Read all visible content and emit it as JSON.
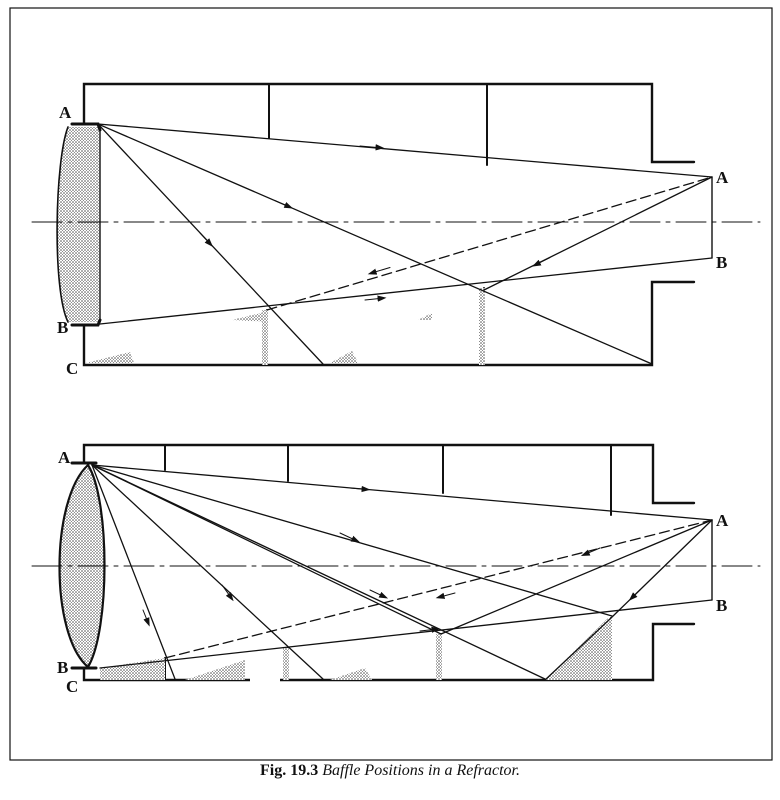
{
  "figure": {
    "caption_number": "Fig. 19.3",
    "caption_text": "Baffle Positions in a Refractor."
  },
  "diagrams": [
    {
      "id": "top",
      "labels": {
        "objective_top": "A",
        "objective_bottom": "B",
        "tube_corner": "C",
        "image_top": "A",
        "image_bottom": "B"
      }
    },
    {
      "id": "bottom",
      "labels": {
        "objective_top": "A",
        "objective_bottom": "B",
        "tube_corner": "C",
        "image_top": "A",
        "image_bottom": "B"
      }
    }
  ],
  "colors": {
    "ink": "#111111",
    "stipple": "#555555",
    "background": "#ffffff"
  }
}
